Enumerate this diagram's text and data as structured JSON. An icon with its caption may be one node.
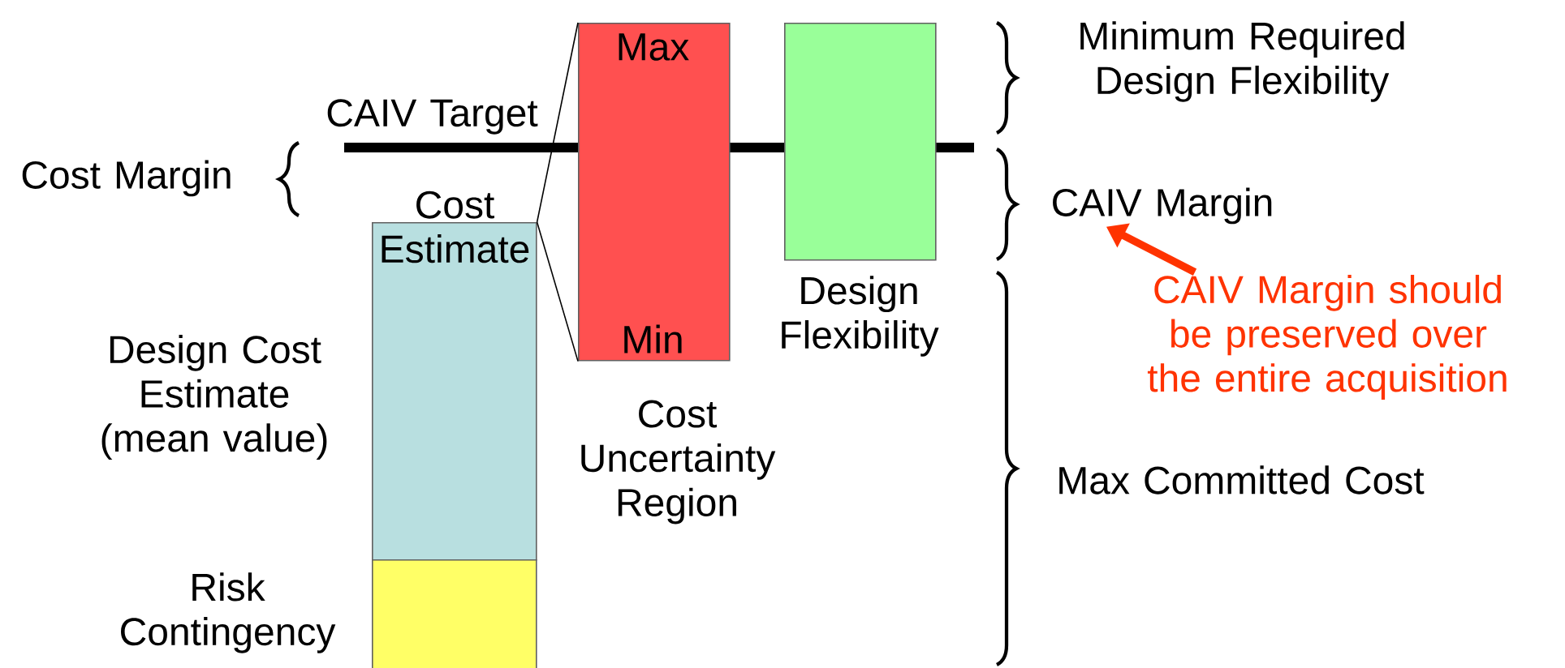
{
  "diagram": {
    "nodes": [
      {
        "text": [
          "Cost Estimate"
        ],
        "beside": [
          "Design Cost Estimate (mean value)"
        ]
      },
      {
        "text": [],
        "shape": "box",
        "beside": [
          "Risk Contingency"
        ]
      },
      {
        "text": [
          "Max",
          "Min"
        ],
        "beside": [
          "Cost Uncertainty Region"
        ]
      },
      {
        "text": [],
        "shape": "box",
        "beside": [
          "Design Flexibility"
        ]
      },
      {
        "text": [
          "CAIV Margin should be preserved over the entire acquisition"
        ]
      },
      {
        "text": [
          "CAIV Margin"
        ]
      }
    ],
    "edges": [
      {
        "from": 0,
        "to": 2,
        "arrow": "none"
      },
      {
        "from": 0,
        "to": 2,
        "arrow": "none"
      },
      {
        "from": 4,
        "to": 5,
        "arrow": "to",
        "style": "thick",
        "color": "#ff3300"
      }
    ],
    "labels": [
      "CAIV Target",
      "Cost Margin",
      "Minimum Required Design Flexibility",
      "Max Committed Cost"
    ]
  }
}
